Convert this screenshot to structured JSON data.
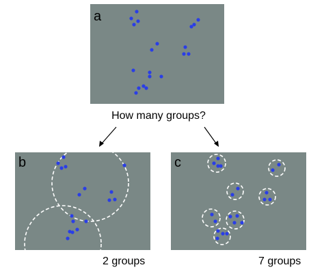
{
  "question": "How many groups?",
  "panels": [
    {
      "id": "a",
      "label": "a",
      "caption": ""
    },
    {
      "id": "b",
      "label": "b",
      "caption": "2 groups"
    },
    {
      "id": "c",
      "label": "c",
      "caption": "7 groups"
    }
  ],
  "colors": {
    "panel_background": "#7a8886",
    "dot": "#2a3ee6",
    "ring": "#ffffff",
    "text": "#000000"
  }
}
